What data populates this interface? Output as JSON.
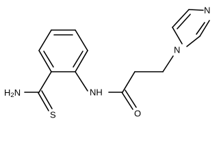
{
  "molecule": {
    "atoms": {
      "nh2": {
        "element": "H",
        "count": "2",
        "suffix": "N"
      },
      "s": "S",
      "nh": "NH",
      "o": "O",
      "n_imid_1": "N",
      "n_imid_3": "N"
    }
  }
}
